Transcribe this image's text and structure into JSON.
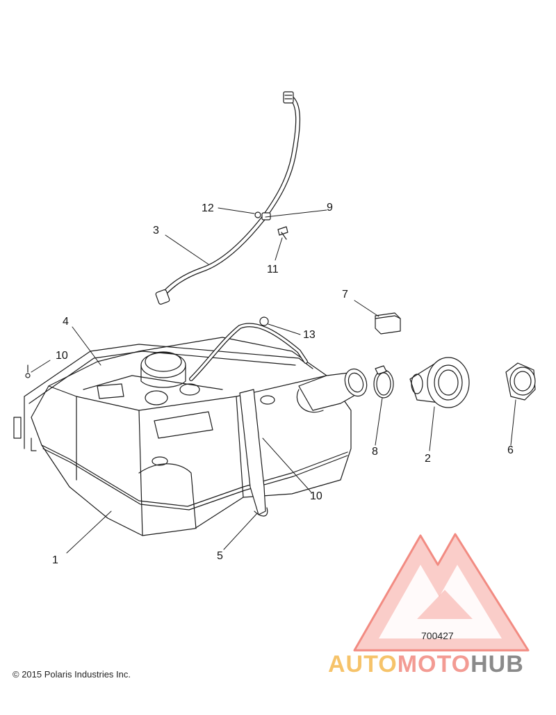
{
  "callouts": {
    "c1": "1",
    "c2": "2",
    "c3": "3",
    "c4": "4",
    "c5": "5",
    "c6": "6",
    "c7": "7",
    "c8": "8",
    "c9": "9",
    "c10a": "10",
    "c10b": "10",
    "c11": "11",
    "c12": "12",
    "c13": "13"
  },
  "footer": {
    "copyright": "© 2015 Polaris Industries Inc.",
    "diagram_id": "700427"
  },
  "watermark": {
    "part1": "AUTO",
    "part2": "MOTO",
    "part3": "HUB"
  },
  "colors": {
    "line": "#1a1a1a",
    "watermark_red": "#f28b82",
    "watermark_yellow": "#f6c36a",
    "watermark_gray": "#8a8a8a"
  }
}
